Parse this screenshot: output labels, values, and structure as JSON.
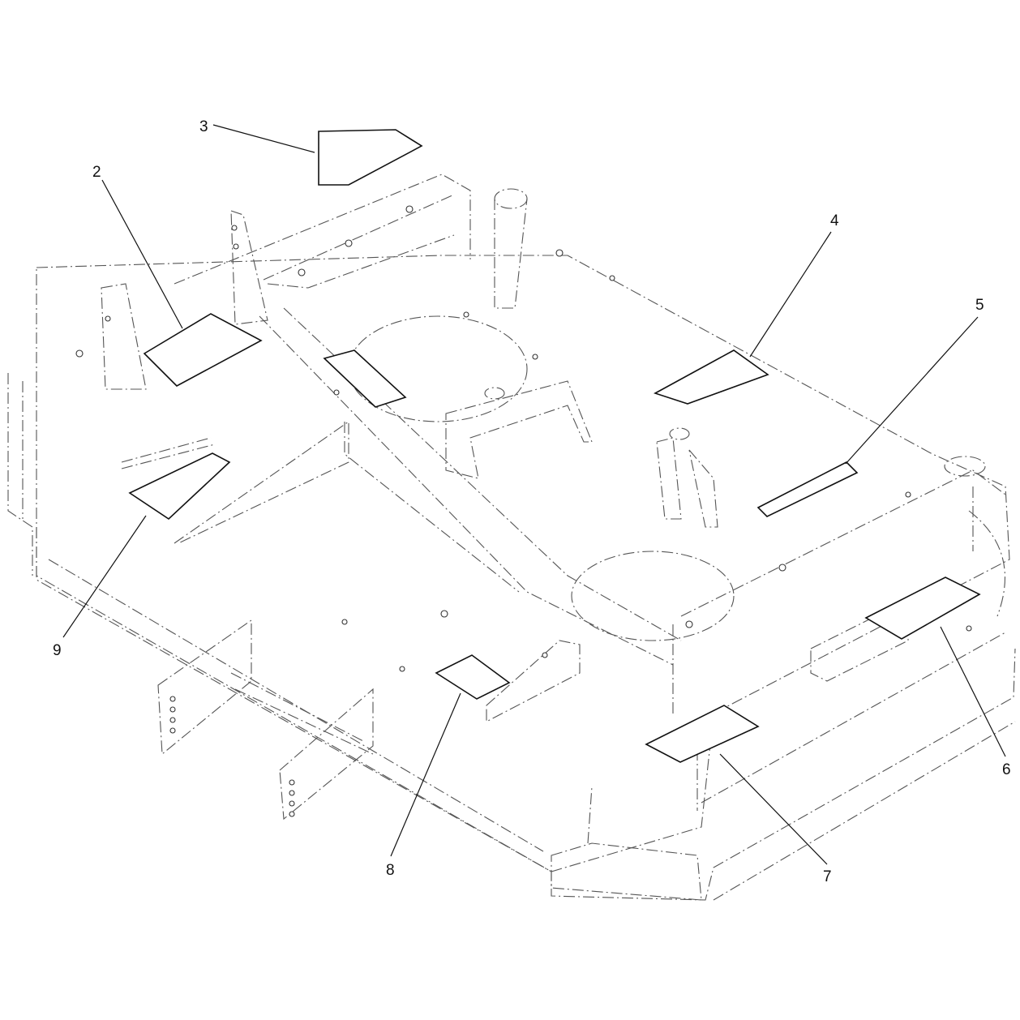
{
  "callouts": [
    {
      "id": "2",
      "label": "2"
    },
    {
      "id": "3",
      "label": "3"
    },
    {
      "id": "4",
      "label": "4"
    },
    {
      "id": "5",
      "label": "5"
    },
    {
      "id": "6",
      "label": "6"
    },
    {
      "id": "7",
      "label": "7"
    },
    {
      "id": "8",
      "label": "8"
    },
    {
      "id": "9",
      "label": "9"
    }
  ]
}
